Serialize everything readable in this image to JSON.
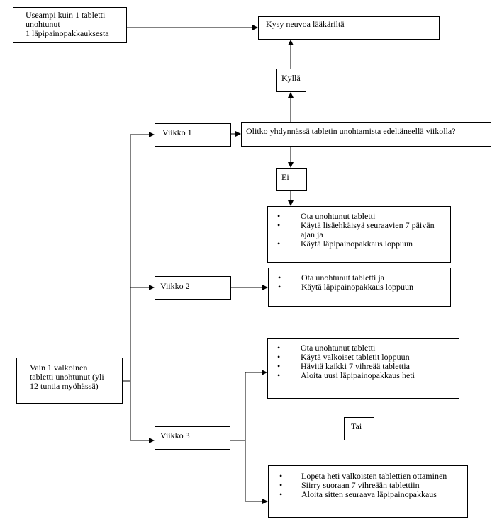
{
  "boxes": {
    "multiple_missed": {
      "lines": [
        "Useampi kuin 1 tabletti",
        "unohtunut",
        "1 läpipainopakkauksesta"
      ]
    },
    "ask_doctor": {
      "label": "Kysy neuvoa lääkäriltä"
    },
    "yes": {
      "label": "Kyllä"
    },
    "question": {
      "label": "Olitko yhdynnässä tabletin unohtamista edeltäneellä viikolla?"
    },
    "week1": {
      "label": "Viikko 1"
    },
    "no": {
      "label": "Ei"
    },
    "week1_actions": {
      "items": [
        "Ota unohtunut tabletti",
        "Käytä lisäehkäisyä seuraavien 7 päivän ajan ja",
        "Käytä läpipainopakkaus loppuun"
      ]
    },
    "week2": {
      "label": "Viikko 2"
    },
    "week2_actions": {
      "items": [
        "Ota unohtunut tabletti ja",
        "Käytä läpipainopakkaus loppuun"
      ]
    },
    "only_one_missed": {
      "lines": [
        "Vain 1 valkoinen",
        "tabletti unohtunut (yli",
        "12 tuntia myöhässä)"
      ]
    },
    "week3_option1": {
      "items": [
        "Ota unohtunut tabletti",
        "Käytä valkoiset tabletit loppuun",
        "Hävitä kaikki 7 vihreää tablettia",
        "Aloita uusi läpipainopakkaus heti"
      ]
    },
    "or": {
      "label": "Tai"
    },
    "week3": {
      "label": "Viikko 3"
    },
    "week3_option2": {
      "items": [
        "Lopeta heti valkoisten tablettien ottaminen",
        "Siirry suoraan 7 vihreään tablettiin",
        "Aloita sitten seuraava läpipainopakkaus"
      ]
    }
  },
  "colors": {
    "line": "#000000",
    "background": "#ffffff"
  }
}
